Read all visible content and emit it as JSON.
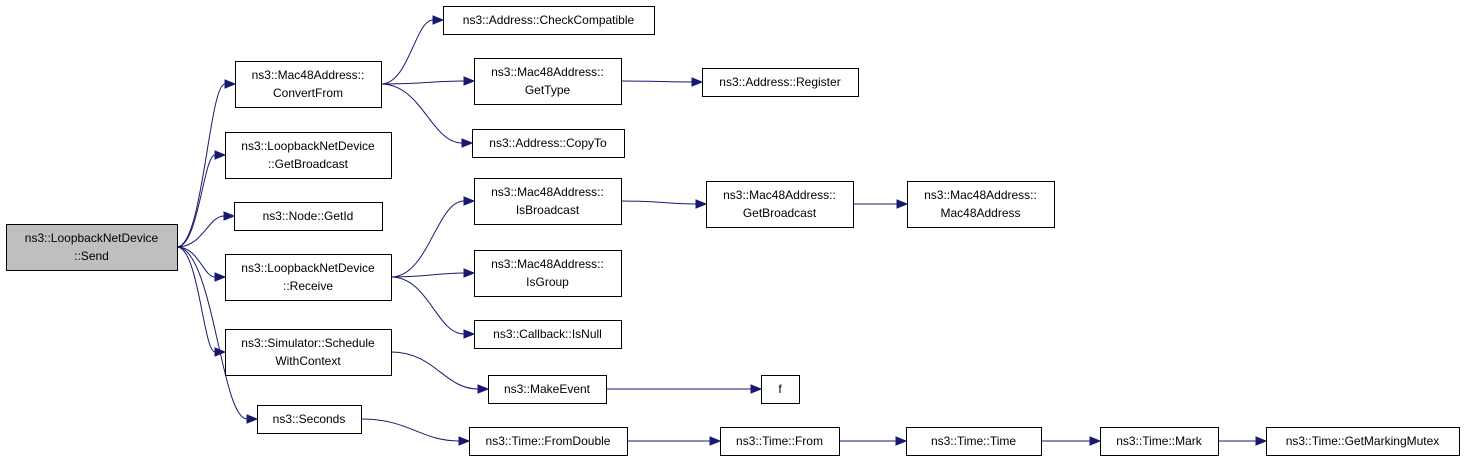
{
  "diagram": {
    "colors": {
      "edge": "#191970",
      "root_fill": "#bfbfbf",
      "node_fill": "#ffffff",
      "node_stroke": "#000000"
    },
    "nodes": {
      "send": {
        "lines": [
          "ns3::LoopbackNetDevice",
          "::Send"
        ],
        "root": true
      },
      "convertFrom": {
        "lines": [
          "ns3::Mac48Address::",
          "ConvertFrom"
        ]
      },
      "lbGetBroadcast": {
        "lines": [
          "ns3::LoopbackNetDevice",
          "::GetBroadcast"
        ]
      },
      "nodeGetId": {
        "lines": [
          "ns3::Node::GetId"
        ]
      },
      "lbReceive": {
        "lines": [
          "ns3::LoopbackNetDevice",
          "::Receive"
        ]
      },
      "scheduleWithContext": {
        "lines": [
          "ns3::Simulator::Schedule",
          "WithContext"
        ]
      },
      "seconds": {
        "lines": [
          "ns3::Seconds"
        ]
      },
      "checkCompatible": {
        "lines": [
          "ns3::Address::CheckCompatible"
        ]
      },
      "macGetType": {
        "lines": [
          "ns3::Mac48Address::",
          "GetType"
        ]
      },
      "addrCopyTo": {
        "lines": [
          "ns3::Address::CopyTo"
        ]
      },
      "addrRegister": {
        "lines": [
          "ns3::Address::Register"
        ]
      },
      "isBroadcast": {
        "lines": [
          "ns3::Mac48Address::",
          "IsBroadcast"
        ]
      },
      "isGroup": {
        "lines": [
          "ns3::Mac48Address::",
          "IsGroup"
        ]
      },
      "isNull": {
        "lines": [
          "ns3::Callback::IsNull"
        ]
      },
      "macGetBroadcast": {
        "lines": [
          "ns3::Mac48Address::",
          "GetBroadcast"
        ]
      },
      "mac48Ctor": {
        "lines": [
          "ns3::Mac48Address::",
          "Mac48Address"
        ]
      },
      "makeEvent": {
        "lines": [
          "ns3::MakeEvent"
        ]
      },
      "f": {
        "lines": [
          "f"
        ]
      },
      "fromDouble": {
        "lines": [
          "ns3::Time::FromDouble"
        ]
      },
      "timeFrom": {
        "lines": [
          "ns3::Time::From"
        ]
      },
      "timeTime": {
        "lines": [
          "ns3::Time::Time"
        ]
      },
      "timeMark": {
        "lines": [
          "ns3::Time::Mark"
        ]
      },
      "getMarkingMutex": {
        "lines": [
          "ns3::Time::GetMarkingMutex"
        ]
      }
    },
    "edges": [
      [
        "send",
        "convertFrom"
      ],
      [
        "send",
        "lbGetBroadcast"
      ],
      [
        "send",
        "nodeGetId"
      ],
      [
        "send",
        "lbReceive"
      ],
      [
        "send",
        "scheduleWithContext"
      ],
      [
        "send",
        "seconds"
      ],
      [
        "convertFrom",
        "checkCompatible"
      ],
      [
        "convertFrom",
        "macGetType"
      ],
      [
        "convertFrom",
        "addrCopyTo"
      ],
      [
        "macGetType",
        "addrRegister"
      ],
      [
        "lbReceive",
        "isBroadcast"
      ],
      [
        "lbReceive",
        "isGroup"
      ],
      [
        "lbReceive",
        "isNull"
      ],
      [
        "isBroadcast",
        "macGetBroadcast"
      ],
      [
        "macGetBroadcast",
        "mac48Ctor"
      ],
      [
        "scheduleWithContext",
        "makeEvent"
      ],
      [
        "makeEvent",
        "f"
      ],
      [
        "seconds",
        "fromDouble"
      ],
      [
        "fromDouble",
        "timeFrom"
      ],
      [
        "timeFrom",
        "timeTime"
      ],
      [
        "timeTime",
        "timeMark"
      ],
      [
        "timeMark",
        "getMarkingMutex"
      ]
    ]
  }
}
